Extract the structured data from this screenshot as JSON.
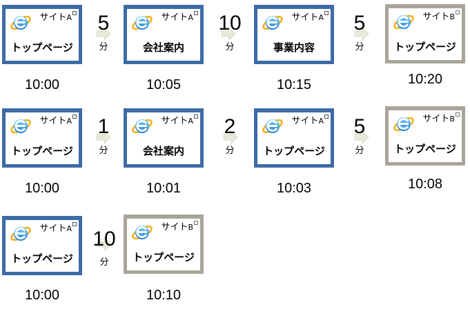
{
  "ie_icon": "internet-explorer-icon",
  "colors": {
    "site_a_border": "#3d6ba6",
    "site_b_border": "#a9a599",
    "arrow": "#e6eadb"
  },
  "sequences": [
    {
      "pages": [
        {
          "site": "サイト",
          "site_suffix": "A",
          "page": "トップページ",
          "time": "10:00"
        },
        {
          "site": "サイト",
          "site_suffix": "A",
          "page": "会社案内",
          "time": "10:05"
        },
        {
          "site": "サイト",
          "site_suffix": "A",
          "page": "事業内容",
          "time": "10:15"
        },
        {
          "site": "サイト",
          "site_suffix": "B",
          "page": "トップページ",
          "time": "10:20"
        }
      ],
      "gaps": [
        {
          "value": "5",
          "unit": "分"
        },
        {
          "value": "10",
          "unit": "分"
        },
        {
          "value": "5",
          "unit": "分"
        }
      ]
    },
    {
      "pages": [
        {
          "site": "サイト",
          "site_suffix": "A",
          "page": "トップページ",
          "time": "10:00"
        },
        {
          "site": "サイト",
          "site_suffix": "A",
          "page": "会社案内",
          "time": "10:01"
        },
        {
          "site": "サイト",
          "site_suffix": "A",
          "page": "トップページ",
          "time": "10:03"
        },
        {
          "site": "サイト",
          "site_suffix": "B",
          "page": "トップページ",
          "time": "10:08"
        }
      ],
      "gaps": [
        {
          "value": "1",
          "unit": "分"
        },
        {
          "value": "2",
          "unit": "分"
        },
        {
          "value": "5",
          "unit": "分"
        }
      ]
    },
    {
      "pages": [
        {
          "site": "サイト",
          "site_suffix": "A",
          "page": "トップページ",
          "time": "10:00"
        },
        {
          "site": "サイト",
          "site_suffix": "B",
          "page": "トップページ",
          "time": "10:10"
        }
      ],
      "gaps": [
        {
          "value": "10",
          "unit": "分"
        }
      ]
    }
  ]
}
